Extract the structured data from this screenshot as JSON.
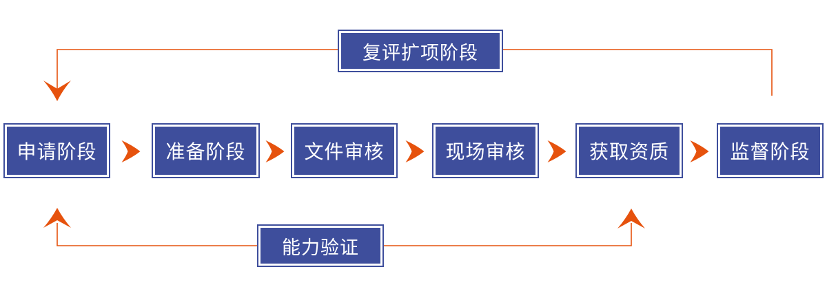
{
  "diagram": {
    "stages": [
      {
        "id": "application",
        "label": "申请阶段"
      },
      {
        "id": "preparation",
        "label": "准备阶段"
      },
      {
        "id": "document-review",
        "label": "文件审核"
      },
      {
        "id": "onsite-review",
        "label": "现场审核"
      },
      {
        "id": "obtain-qualification",
        "label": "获取资质"
      },
      {
        "id": "supervision",
        "label": "监督阶段"
      }
    ],
    "top_loop": {
      "label": "复评扩项阶段",
      "from": "监督阶段",
      "to": "申请阶段"
    },
    "bottom_loop": {
      "label": "能力验证",
      "targets": [
        "申请阶段",
        "获取资质"
      ]
    }
  },
  "colors": {
    "box_blue": "#3e4e9c",
    "arrow_orange": "#e6520d",
    "text_white": "#ffffff",
    "background": "#ffffff"
  }
}
